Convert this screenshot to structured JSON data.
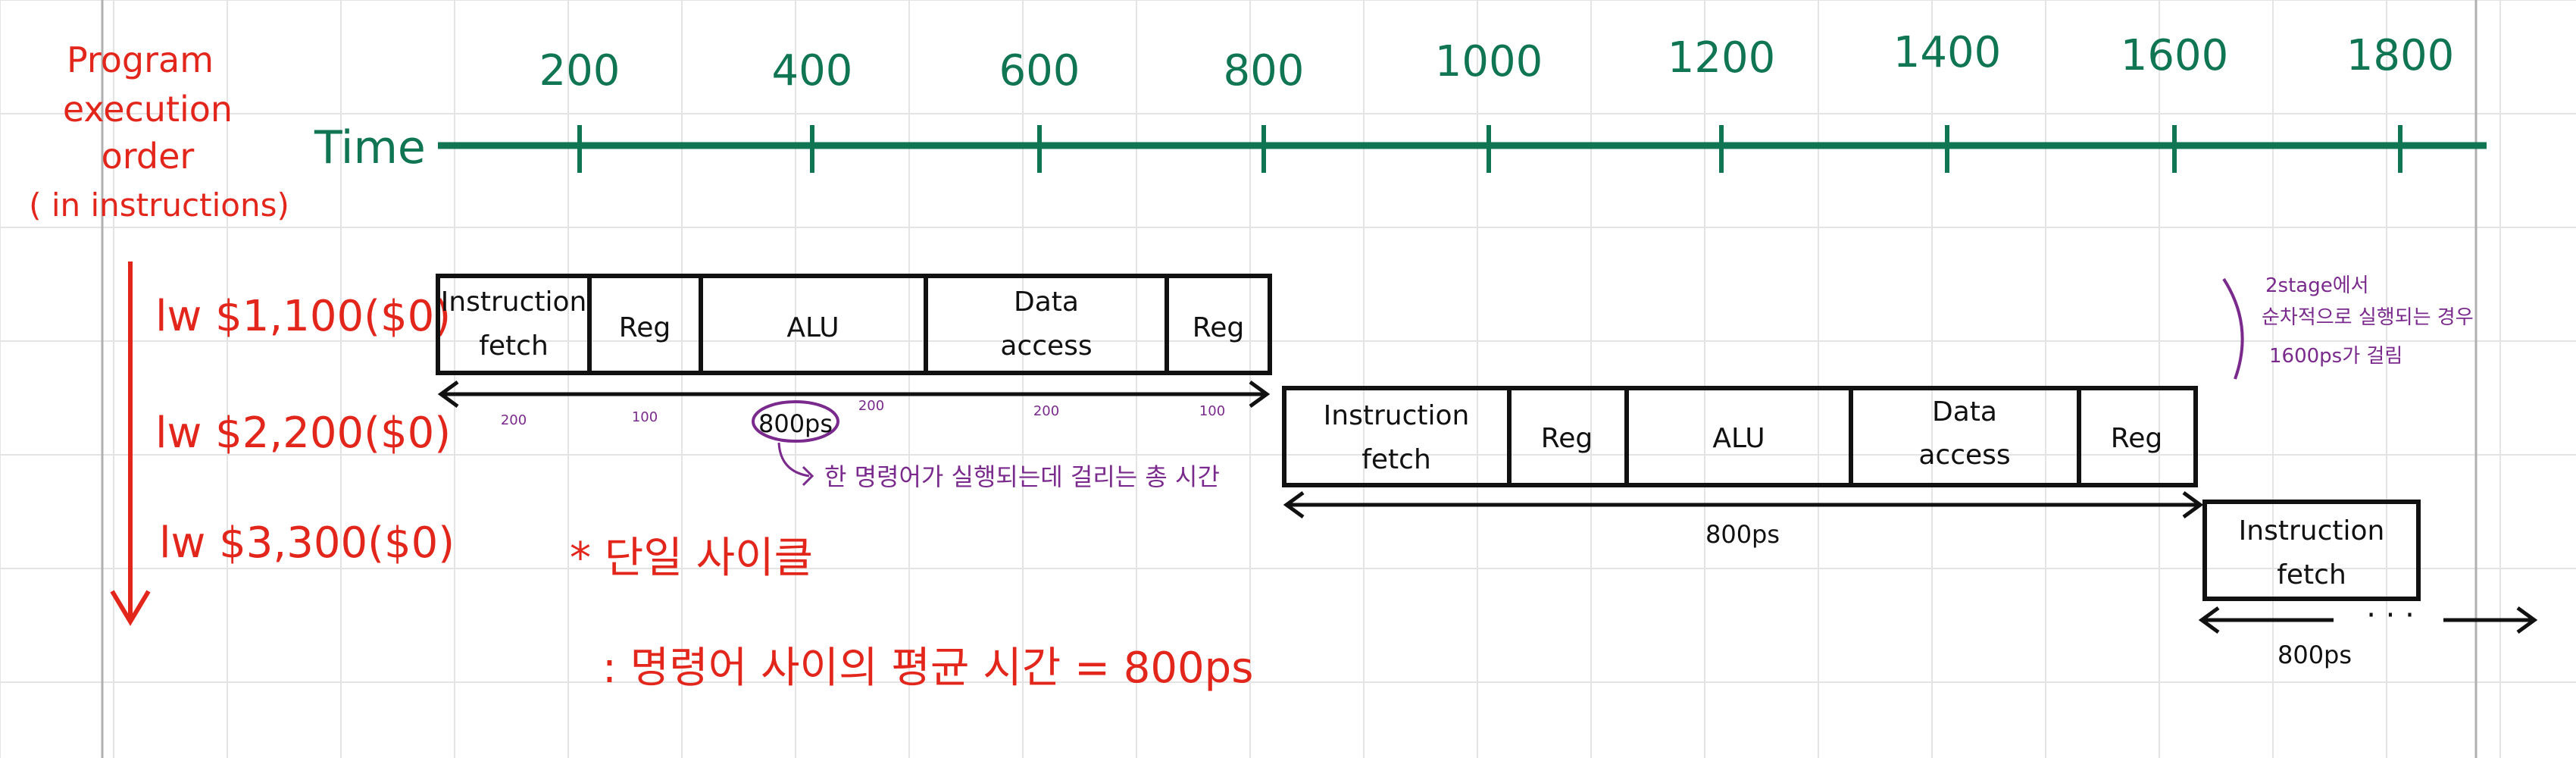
{
  "colors": {
    "grid": "#e4e4e4",
    "margin_line": "#b0b0b0",
    "timeline": "#0f7553",
    "red": "#e3261c",
    "purple": "#7a2a8c",
    "ink": "#111111"
  },
  "labels": {
    "program_order": [
      "Program",
      "execution",
      "order",
      "( in instructions)"
    ],
    "time": "Time"
  },
  "time_ticks": [
    "200",
    "400",
    "600",
    "800",
    "1000",
    "1200",
    "1400",
    "1600",
    "1800"
  ],
  "instructions": [
    "lw $1,100($0)",
    "lw $2,200($0)",
    "lw $3,300($0)"
  ],
  "stages": [
    "Instruction fetch",
    "Reg",
    "ALU",
    "Data access",
    "Reg"
  ],
  "stage_durations": [
    "200",
    "100",
    "200",
    "200",
    "100"
  ],
  "instruction_duration": "800ps",
  "annotations": {
    "total_time": "한 명령어가 실행되는데 걸리는 총 시간",
    "side_note": [
      "2stage에서",
      "순차적으로 실행되는 경우",
      "1600ps가 걸림"
    ],
    "single_cycle_title": "* 단일 사이클",
    "avg_time": ": 명령어 사이의 평균 시간 = 800ps"
  }
}
